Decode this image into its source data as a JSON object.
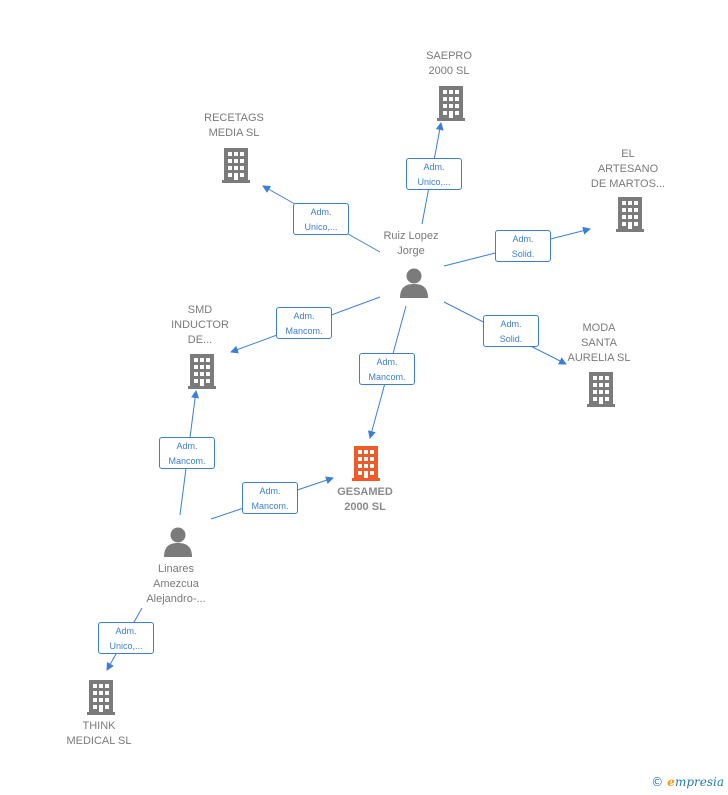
{
  "colors": {
    "edge": "#3a7fd5",
    "building": "#7b7b7b",
    "building_highlight": "#f05a28",
    "person": "#7b7b7b",
    "label": "#7a7a7a"
  },
  "nodes": [
    {
      "id": "saepro",
      "kind": "company",
      "lines": [
        "SAEPRO",
        "2000 SL"
      ]
    },
    {
      "id": "recetags",
      "kind": "company",
      "lines": [
        "RECETAGS",
        "MEDIA  SL"
      ]
    },
    {
      "id": "artesano",
      "kind": "company",
      "lines": [
        "EL",
        "ARTESANO",
        "DE MARTOS..."
      ]
    },
    {
      "id": "ruiz",
      "kind": "person",
      "lines": [
        "Ruiz Lopez",
        "Jorge"
      ]
    },
    {
      "id": "smd",
      "kind": "company",
      "lines": [
        "SMD",
        "INDUCTOR",
        "DE..."
      ]
    },
    {
      "id": "moda",
      "kind": "company",
      "lines": [
        "MODA",
        "SANTA",
        "AURELIA SL"
      ]
    },
    {
      "id": "gesamed",
      "kind": "company-main",
      "lines": [
        "GESAMED",
        "2000  SL"
      ]
    },
    {
      "id": "linares",
      "kind": "person",
      "lines": [
        "Linares",
        "Amezcua",
        "Alejandro-..."
      ]
    },
    {
      "id": "think",
      "kind": "company",
      "lines": [
        "THINK",
        "MEDICAL SL"
      ]
    }
  ],
  "edges": [
    {
      "id": "ruiz-saepro",
      "lines": [
        "Adm.",
        "Unico,..."
      ]
    },
    {
      "id": "ruiz-recetags",
      "lines": [
        "Adm.",
        "Unico,..."
      ]
    },
    {
      "id": "ruiz-artesano",
      "lines": [
        "Adm.",
        "Solid."
      ]
    },
    {
      "id": "ruiz-smd",
      "lines": [
        "Adm.",
        "Mancom."
      ]
    },
    {
      "id": "ruiz-moda",
      "lines": [
        "Adm.",
        "Solid."
      ]
    },
    {
      "id": "ruiz-gesamed",
      "lines": [
        "Adm.",
        "Mancom."
      ]
    },
    {
      "id": "linares-smd",
      "lines": [
        "Adm.",
        "Mancom."
      ]
    },
    {
      "id": "linares-gesamed",
      "lines": [
        "Adm.",
        "Mancom."
      ]
    },
    {
      "id": "linares-think",
      "lines": [
        "Adm.",
        "Unico,..."
      ]
    }
  ],
  "watermark": {
    "copyright": "©",
    "brand_initial": "e",
    "brand_rest": "mpresia"
  }
}
